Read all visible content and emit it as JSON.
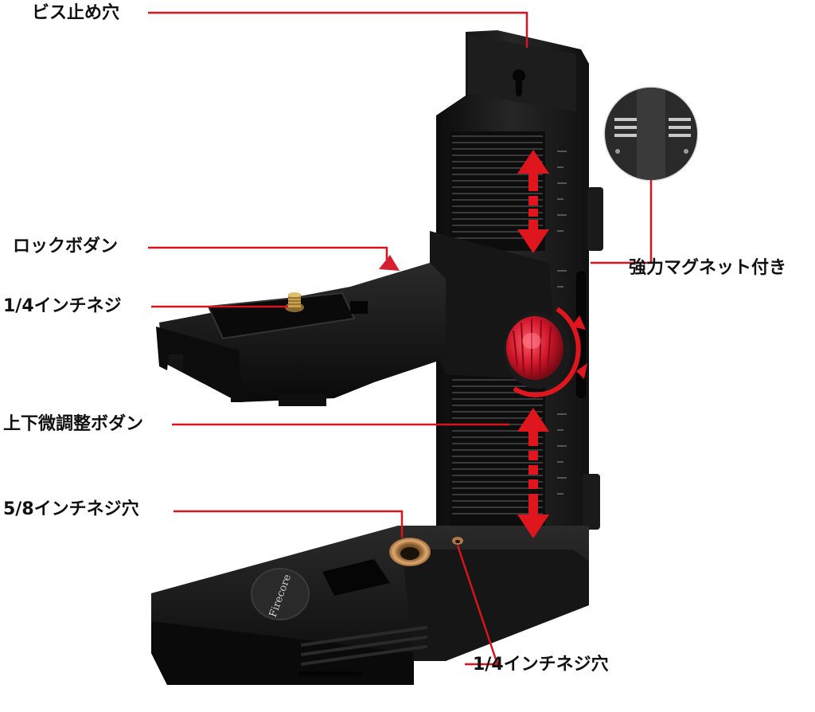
{
  "labels": {
    "screw_hole": "ビス止め穴",
    "lock_button": "ロックボダン",
    "quarter_inch_screw": "1/4インチネジ",
    "fine_adjust_button": "上下微調整ボダン",
    "five_eighth_screw_hole": "5/8インチネジ穴",
    "quarter_inch_screw_hole": "1/4インチネジ穴",
    "magnet": "強力マグネット付き"
  },
  "brand_logo": "Firecore",
  "colors": {
    "leader_line": "#d8141c",
    "arrow": "#e0161e",
    "body": "#141414",
    "knob": "#c8102e"
  }
}
